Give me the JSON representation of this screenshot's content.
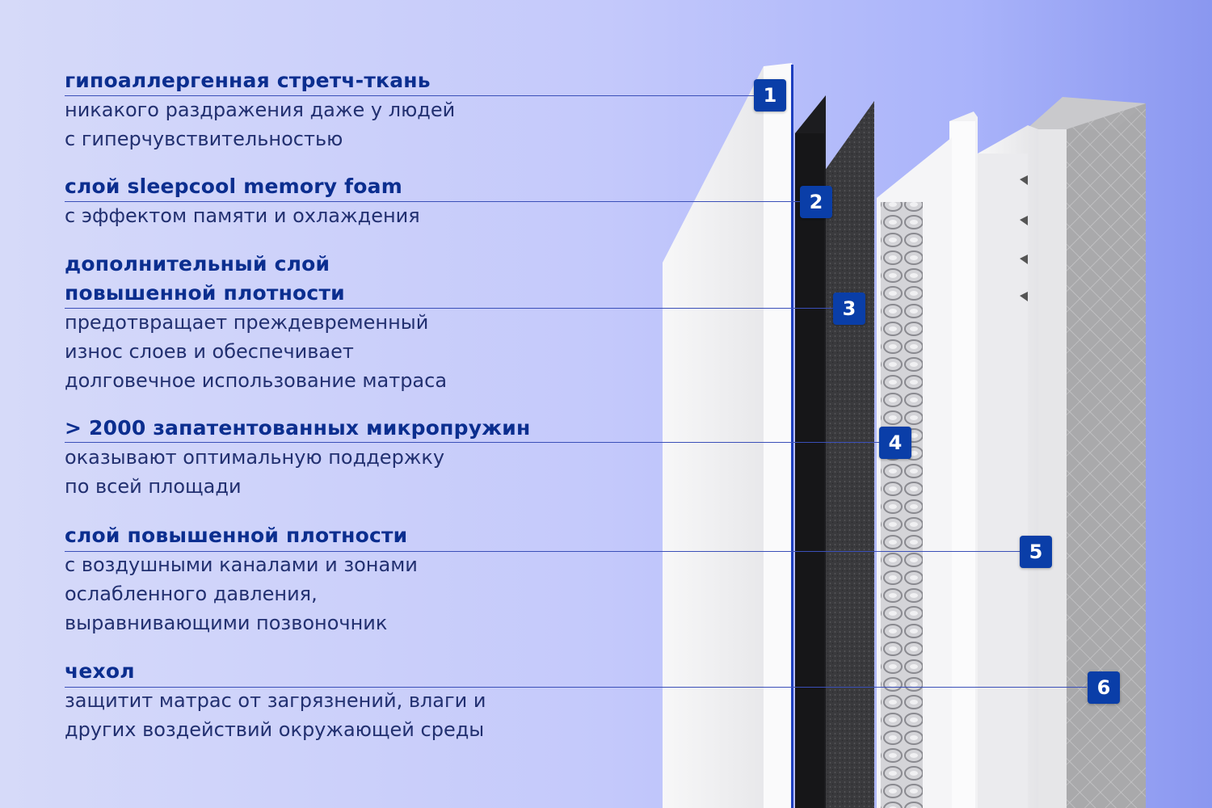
{
  "layers": [
    {
      "number": "1",
      "title": "гипоаллергенная стретч-ткань",
      "description": "никакого раздражения даже у людей\nс гиперчувствительностью"
    },
    {
      "number": "2",
      "title": "слой sleepcool memory foam",
      "description": "с эффектом памяти и охлаждения"
    },
    {
      "number": "3",
      "title": "дополнительный слой\nповышенной плотности",
      "description": "предотвращает преждевременный\nизнос слоев и обеспечивает\nдолговечное использование матраса"
    },
    {
      "number": "4",
      "title": "> 2000 запатентованных микропружин",
      "description": "оказывают оптимальную поддержку\nпо всей площади"
    },
    {
      "number": "5",
      "title": "слой повышенной плотности",
      "description": "с воздушными каналами и зонами\nослабленного давления,\nвыравнивающими позвоночник"
    },
    {
      "number": "6",
      "title": "чехол",
      "description": "защитит матрас от загрязнений, влаги и\nдругих воздействий окружающей среды"
    }
  ],
  "colors": {
    "title": "#0b2e8f",
    "description": "#223070",
    "badge": "#0a3ea8",
    "background_left": "#d6daf9",
    "background_right": "#8a97f0"
  }
}
